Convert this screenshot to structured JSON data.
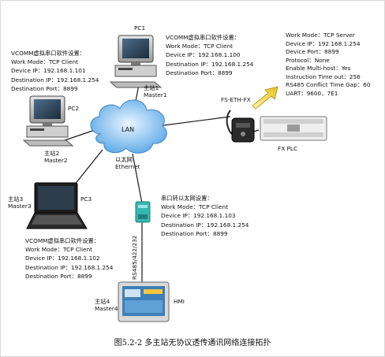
{
  "pc1": {
    "name": "PC1",
    "master": [
      "主站1",
      "Master1"
    ],
    "config": [
      "VCOMM虚拟串口软件设置：",
      "Work Mode：TCP Client",
      "Device IP：192.168.1.100",
      "Destination IP：192.168.1.254",
      "Destination Port：8899"
    ]
  },
  "pc2": {
    "name": "PC2",
    "master": [
      "主站2",
      "Master2"
    ],
    "config": [
      "VCOMM虚拟串口软件设置：",
      "Work Mode：TCP Client",
      "Device IP：192.168.1.101",
      "Destination IP：192.168.1.254",
      "Destination Port：8899"
    ]
  },
  "pc3": {
    "name": "PC3",
    "master": [
      "主站3",
      "Master3"
    ],
    "config": [
      "VCOMM虚拟串口软件设置：",
      "Work Mode：TCP Client",
      "Device IP：192.168.1.102",
      "Destination IP：192.168.1.254",
      "Destination Port：8899"
    ]
  },
  "server": {
    "device": "FS-ETH-FX",
    "config": [
      "Work Mode：TCP Server",
      "Device IP：192.168.1.254",
      "Device Port：8899",
      "Protocol：None",
      "Enable Multi-host：Yes",
      "Instruction Time out：256",
      "RS485 Conflict Time Gap：60",
      "UART：9600，7E1"
    ]
  },
  "plc": {
    "name": "FX PLC"
  },
  "lan": {
    "label": "LAN",
    "link_label": [
      "以太网",
      "Ethernet"
    ]
  },
  "converter": {
    "config": [
      "串口转以太网设置：",
      "Work Mode：TCP Client",
      "Device IP：192.168.1.103",
      "Destination IP：192.168.1.254",
      "Destination Port：8899"
    ],
    "link_label": "RS485/422/232"
  },
  "hmi": {
    "name": "HMI",
    "master": [
      "主站4",
      "Master4"
    ]
  },
  "caption": "图5.2-2  多主站无协议透传通讯网络连接拓扑",
  "colors": {
    "cloud": "#5aa8e6",
    "link": "#1a1a1a",
    "arrow": "#e6c21a",
    "converter": "#35b7b0"
  }
}
